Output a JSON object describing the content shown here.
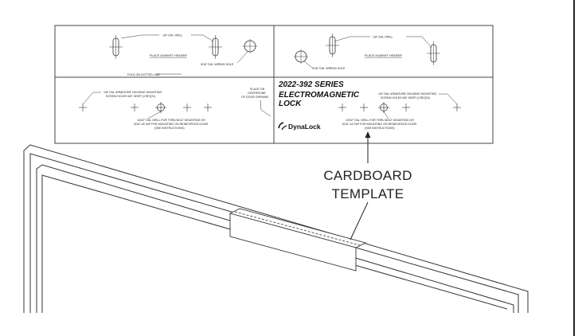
{
  "template": {
    "top_left": {
      "drill_label": "1/8\" DIA. DRILL",
      "header_label": "PLACE AGAINST HEADER",
      "wiring_label": "9/16\" DIA. WIRING HOLE",
      "fold_label": "FOLD ON DOTTED LINE"
    },
    "top_right": {
      "wiring_label": "9/16\" DIA. WIRING HOLE",
      "drill_label": "1/8\" DIA. DRILL",
      "header_label": "PLACE AGAINST HEADER"
    },
    "bottom_left": {
      "armature_line1": "1/8\" DIA. ARMATURE HOUSING MOUNTING",
      "armature_line2": "SCREW HOLES 5/8\" DEEP (4 REQ'D)",
      "drill_line1": "13/32\" DIA. DRILL FOR THRU BOLT MOUNTING OR",
      "drill_line2": "5/16\"-18 TAP FOR MOUNTING ON REINFORCED DOOR",
      "drill_line3": "(SEE INSTRUCTIONS)",
      "centerline_line1": "PLACE ON",
      "centerline_line2": "CENTERLINE",
      "centerline_line3": "OF DOOR OPENING"
    },
    "bottom_right": {
      "series": "2022-392 SERIES",
      "product_line1": "ELECTROMAGNETIC",
      "product_line2": "LOCK",
      "brand": "DynaLock",
      "armature_line1": "1/8\" DIA. ARMATURE HOUSING MOUNTING",
      "armature_line2": "SCREW HOLES 5/8\" DEEP (4 REQ'D)",
      "drill_line1": "13/32\" DIA. DRILL FOR THRU BOLT MOUNTING OR",
      "drill_line2": "5/16\"-18 TAP FOR MOUNTING ON REINFORCED DOOR",
      "drill_line3": "(SEE INSTRUCTIONS)"
    }
  },
  "callout": {
    "line1": "CARDBOARD",
    "line2": "TEMPLATE"
  }
}
